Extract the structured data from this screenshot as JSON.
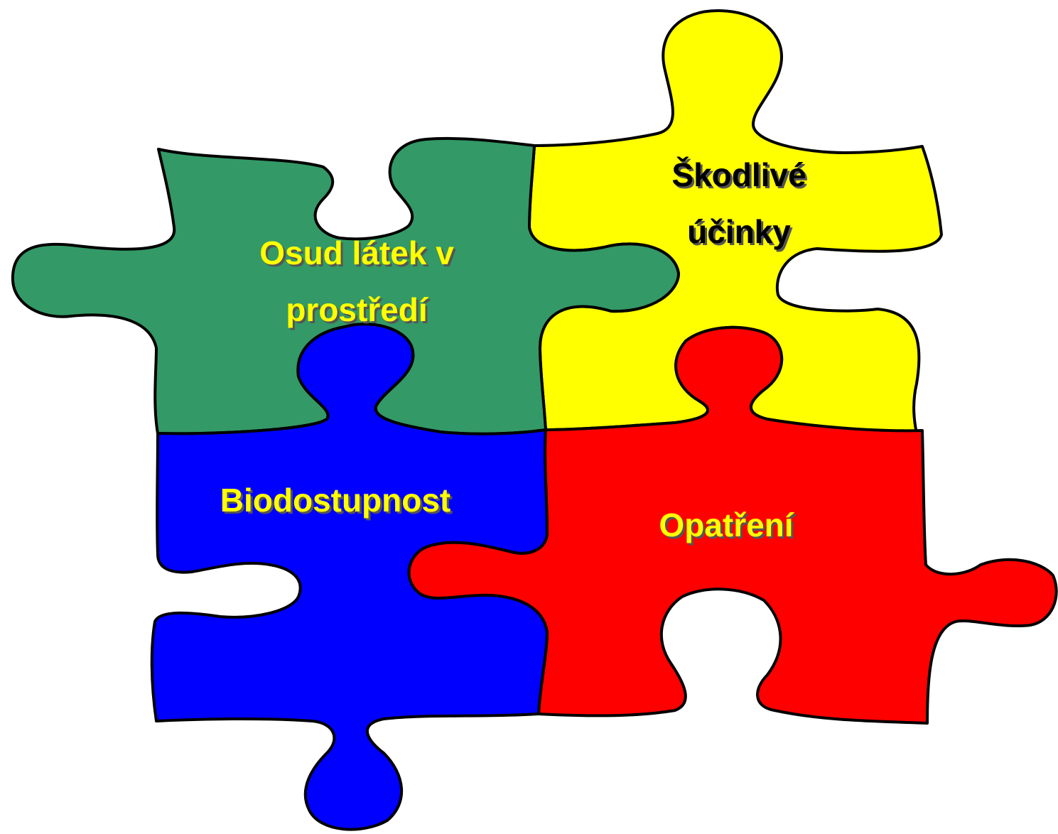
{
  "pieces": {
    "environment_fate": {
      "lines": [
        "Osud látek v",
        "prostředí"
      ],
      "fill": "#339966",
      "text_color": "#ffff00"
    },
    "harmful_effects": {
      "lines": [
        "Škodlivé",
        "účinky"
      ],
      "fill": "#ffff00",
      "text_color": "#000000"
    },
    "bioavailability": {
      "lines": [
        "Biodostupnost"
      ],
      "fill": "#0000ff",
      "text_color": "#ffff00"
    },
    "measures": {
      "lines": [
        "Opatření"
      ],
      "fill": "#ff0000",
      "text_color": "#ffff00"
    }
  }
}
